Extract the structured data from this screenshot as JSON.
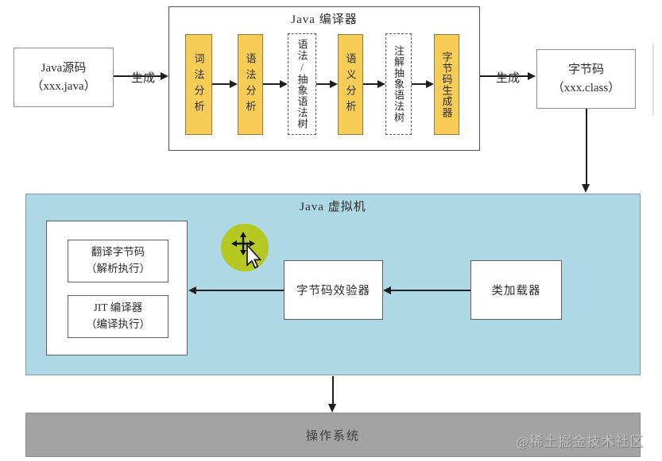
{
  "diagram": {
    "source": {
      "title": "Java源码",
      "subtitle": "（xxx.java）"
    },
    "labels": {
      "generate_left": "生成",
      "generate_right": "生成"
    },
    "compiler": {
      "title": "Java 编译器",
      "stages": [
        {
          "label": "词法分析",
          "type": "process"
        },
        {
          "label": "语法分析",
          "type": "process"
        },
        {
          "label": "语法/抽象语法树",
          "type": "artifact"
        },
        {
          "label": "语义分析",
          "type": "process"
        },
        {
          "label": "注解抽象语法树",
          "type": "artifact"
        },
        {
          "label": "字节码生成器",
          "type": "process"
        }
      ]
    },
    "bytecode": {
      "title": "字节码",
      "subtitle": "（xxx.class）"
    },
    "jvm": {
      "title": "Java 虚拟机",
      "interpreter": {
        "title": "翻译字节码",
        "subtitle": "（解析执行）"
      },
      "jit": {
        "title": "JIT 编译器",
        "subtitle": "（编译执行）"
      },
      "verifier": "字节码效验器",
      "class_loader": "类加载器"
    },
    "os": {
      "label": "操作系统"
    },
    "watermark": "@稀土掘金技术社区"
  },
  "colors": {
    "stage_fill": "#f7cc57",
    "jvm_fill": "#afd8e6",
    "os_fill": "#a3a3a3",
    "cursor_highlight": "#b5c922",
    "line": "#1f1f1f"
  },
  "icons": {
    "cursor_pointer": "pointer-cursor-icon",
    "cursor_move": "move-cross-icon"
  }
}
